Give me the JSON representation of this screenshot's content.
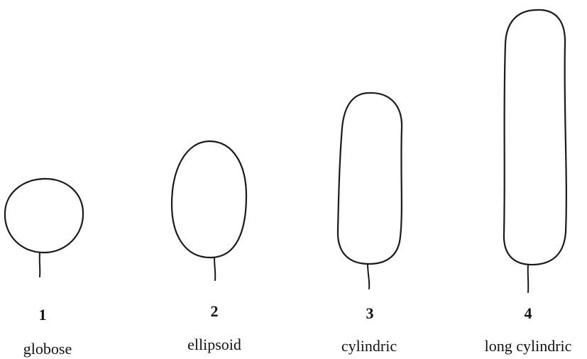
{
  "shapes": [
    {
      "number": "1",
      "label": "globose"
    },
    {
      "number": "2",
      "label": "ellipsoid"
    },
    {
      "number": "3",
      "label": "cylindric"
    },
    {
      "number": "4",
      "label": "long cylindric"
    }
  ],
  "colors": {
    "background": "#ffffff",
    "ink": "#1a1a1a"
  }
}
